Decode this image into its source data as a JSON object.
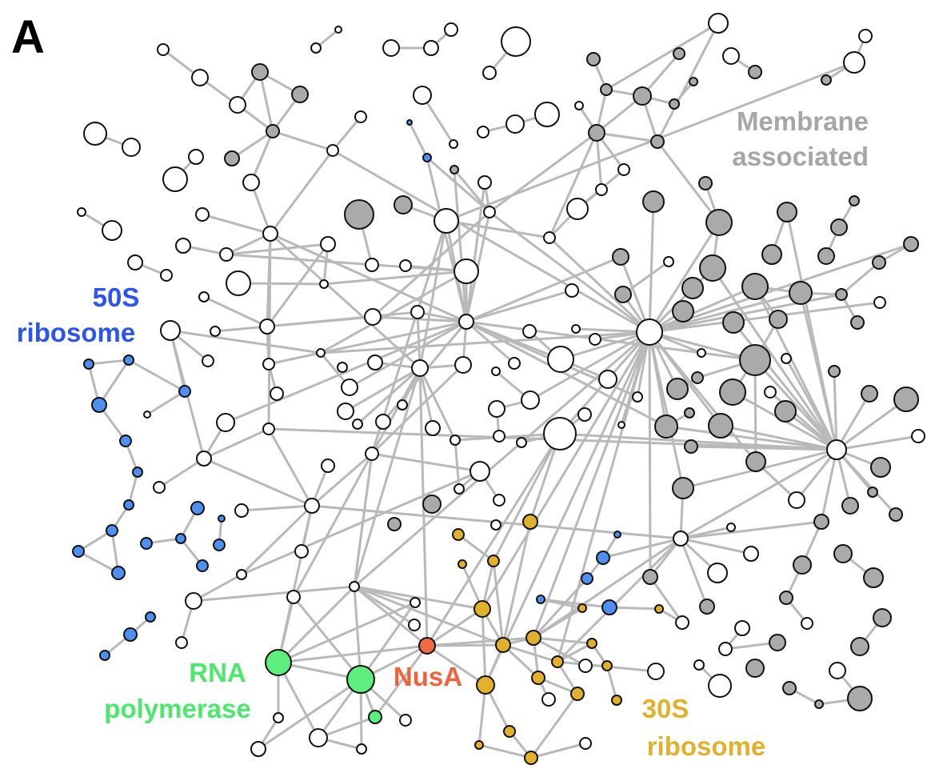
{
  "panel_letter": "A",
  "labels": {
    "membrane_line1": "Membrane",
    "membrane_line2": "associated",
    "ribo50_line1": "50S",
    "ribo50_line2": "ribosome",
    "rnap_line1": "RNA",
    "rnap_line2": "polymerase",
    "nusa": "NusA",
    "ribo30_line1": "30S",
    "ribo30_line2": "ribosome"
  },
  "colors": {
    "edge": "#b9b9b9",
    "stroke": "#111111",
    "other": "#ffffff",
    "membrane": "#aaaaaa",
    "ribo50": "#4f8ff0",
    "rnap": "#5cef7e",
    "nusa": "#f06a45",
    "ribo30": "#e2b12c",
    "membrane_text": "#a6a6a6",
    "ribo50_text": "#2b55ee",
    "rnap_text": "#4be86b",
    "nusa_text": "#f0613c",
    "ribo30_text": "#e2b12c"
  }
}
